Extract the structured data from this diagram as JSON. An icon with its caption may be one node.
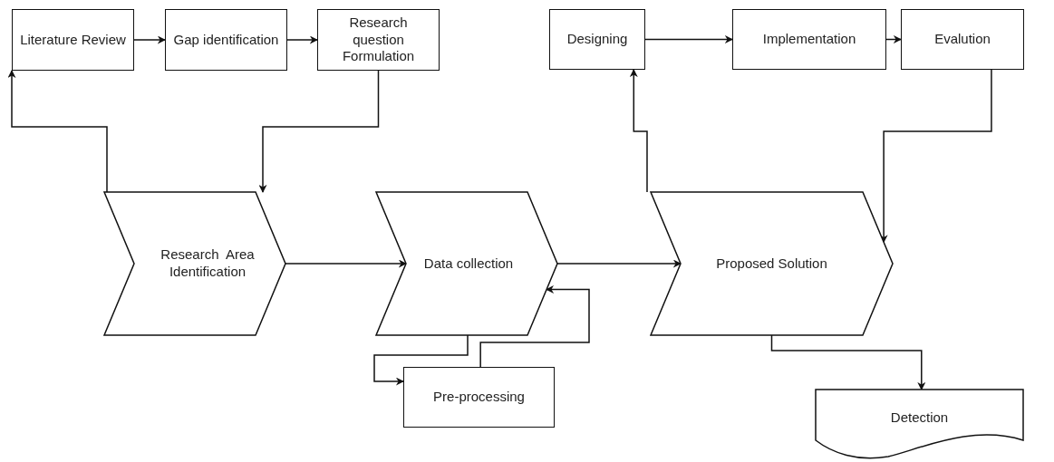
{
  "diagram": {
    "nodes": [
      {
        "text": [
          "Literature Review"
        ]
      },
      {
        "text": [
          "Gap identification"
        ]
      },
      {
        "text": [
          "Research question Formulation"
        ]
      },
      {
        "text": [
          "Designing"
        ]
      },
      {
        "text": [
          "Implementation"
        ]
      },
      {
        "text": [
          "Evalution"
        ]
      },
      {
        "text": [
          "Research  Area Identification"
        ]
      },
      {
        "text": [
          "Data collection"
        ]
      },
      {
        "text": [
          "Proposed Solution"
        ]
      },
      {
        "text": [
          "Pre-processing"
        ]
      },
      {
        "text": [
          "Detection"
        ]
      }
    ],
    "edges": [
      {
        "from": 0,
        "to": 1,
        "arrow": "to"
      },
      {
        "from": 1,
        "to": 2,
        "arrow": "to"
      },
      {
        "from": 2,
        "to": 6,
        "arrow": "to"
      },
      {
        "from": 6,
        "to": 0,
        "arrow": "to"
      },
      {
        "from": 6,
        "to": 7,
        "arrow": "to"
      },
      {
        "from": 7,
        "to": 9,
        "arrow": "to"
      },
      {
        "from": 9,
        "to": 7,
        "arrow": "to"
      },
      {
        "from": 7,
        "to": 8,
        "arrow": "to"
      },
      {
        "from": 8,
        "to": 3,
        "arrow": "to"
      },
      {
        "from": 3,
        "to": 4,
        "arrow": "to"
      },
      {
        "from": 4,
        "to": 5,
        "arrow": "to"
      },
      {
        "from": 5,
        "to": 8,
        "arrow": "to"
      },
      {
        "from": 8,
        "to": 10,
        "arrow": "to"
      }
    ]
  }
}
